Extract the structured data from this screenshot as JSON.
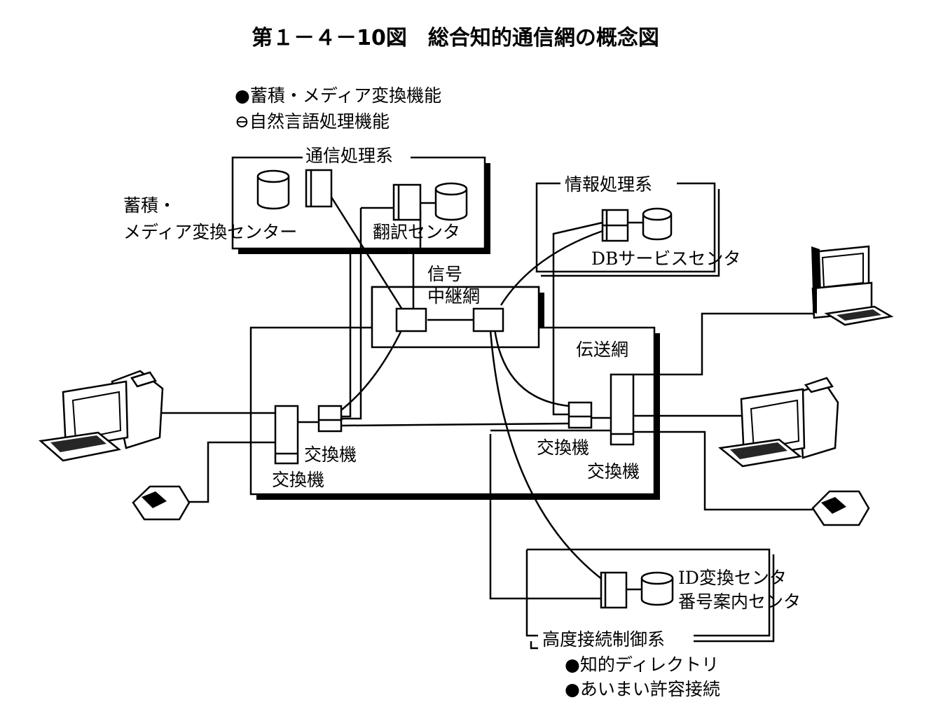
{
  "title": "第１－４－10図　総合知的通信網の概念図",
  "top_features": [
    "●蓄積・メディア変換機能",
    "⊖自然言語処理機能"
  ],
  "comm_system": {
    "label": "通信処理系",
    "translation_center": "翻訳センタ",
    "storage_center_line1": "蓄積・",
    "storage_center_line2": "メディア変換センター"
  },
  "info_system": {
    "label": "情報処理系",
    "db_center": "DBサービスセンタ"
  },
  "signal_network": {
    "line1": "信号",
    "line2": "中継網"
  },
  "transmission_network": {
    "label": "伝送網"
  },
  "switches": {
    "left_inner": "交換機",
    "left_outer": "交換機",
    "right_inner": "交換機",
    "right_outer": "交換機"
  },
  "control_system": {
    "label": "高度接続制御系",
    "id_center": "ID変換センタ",
    "number_center": "番号案内センタ",
    "features": [
      "●知的ディレクトリ",
      "●あいまい許容接続"
    ]
  }
}
